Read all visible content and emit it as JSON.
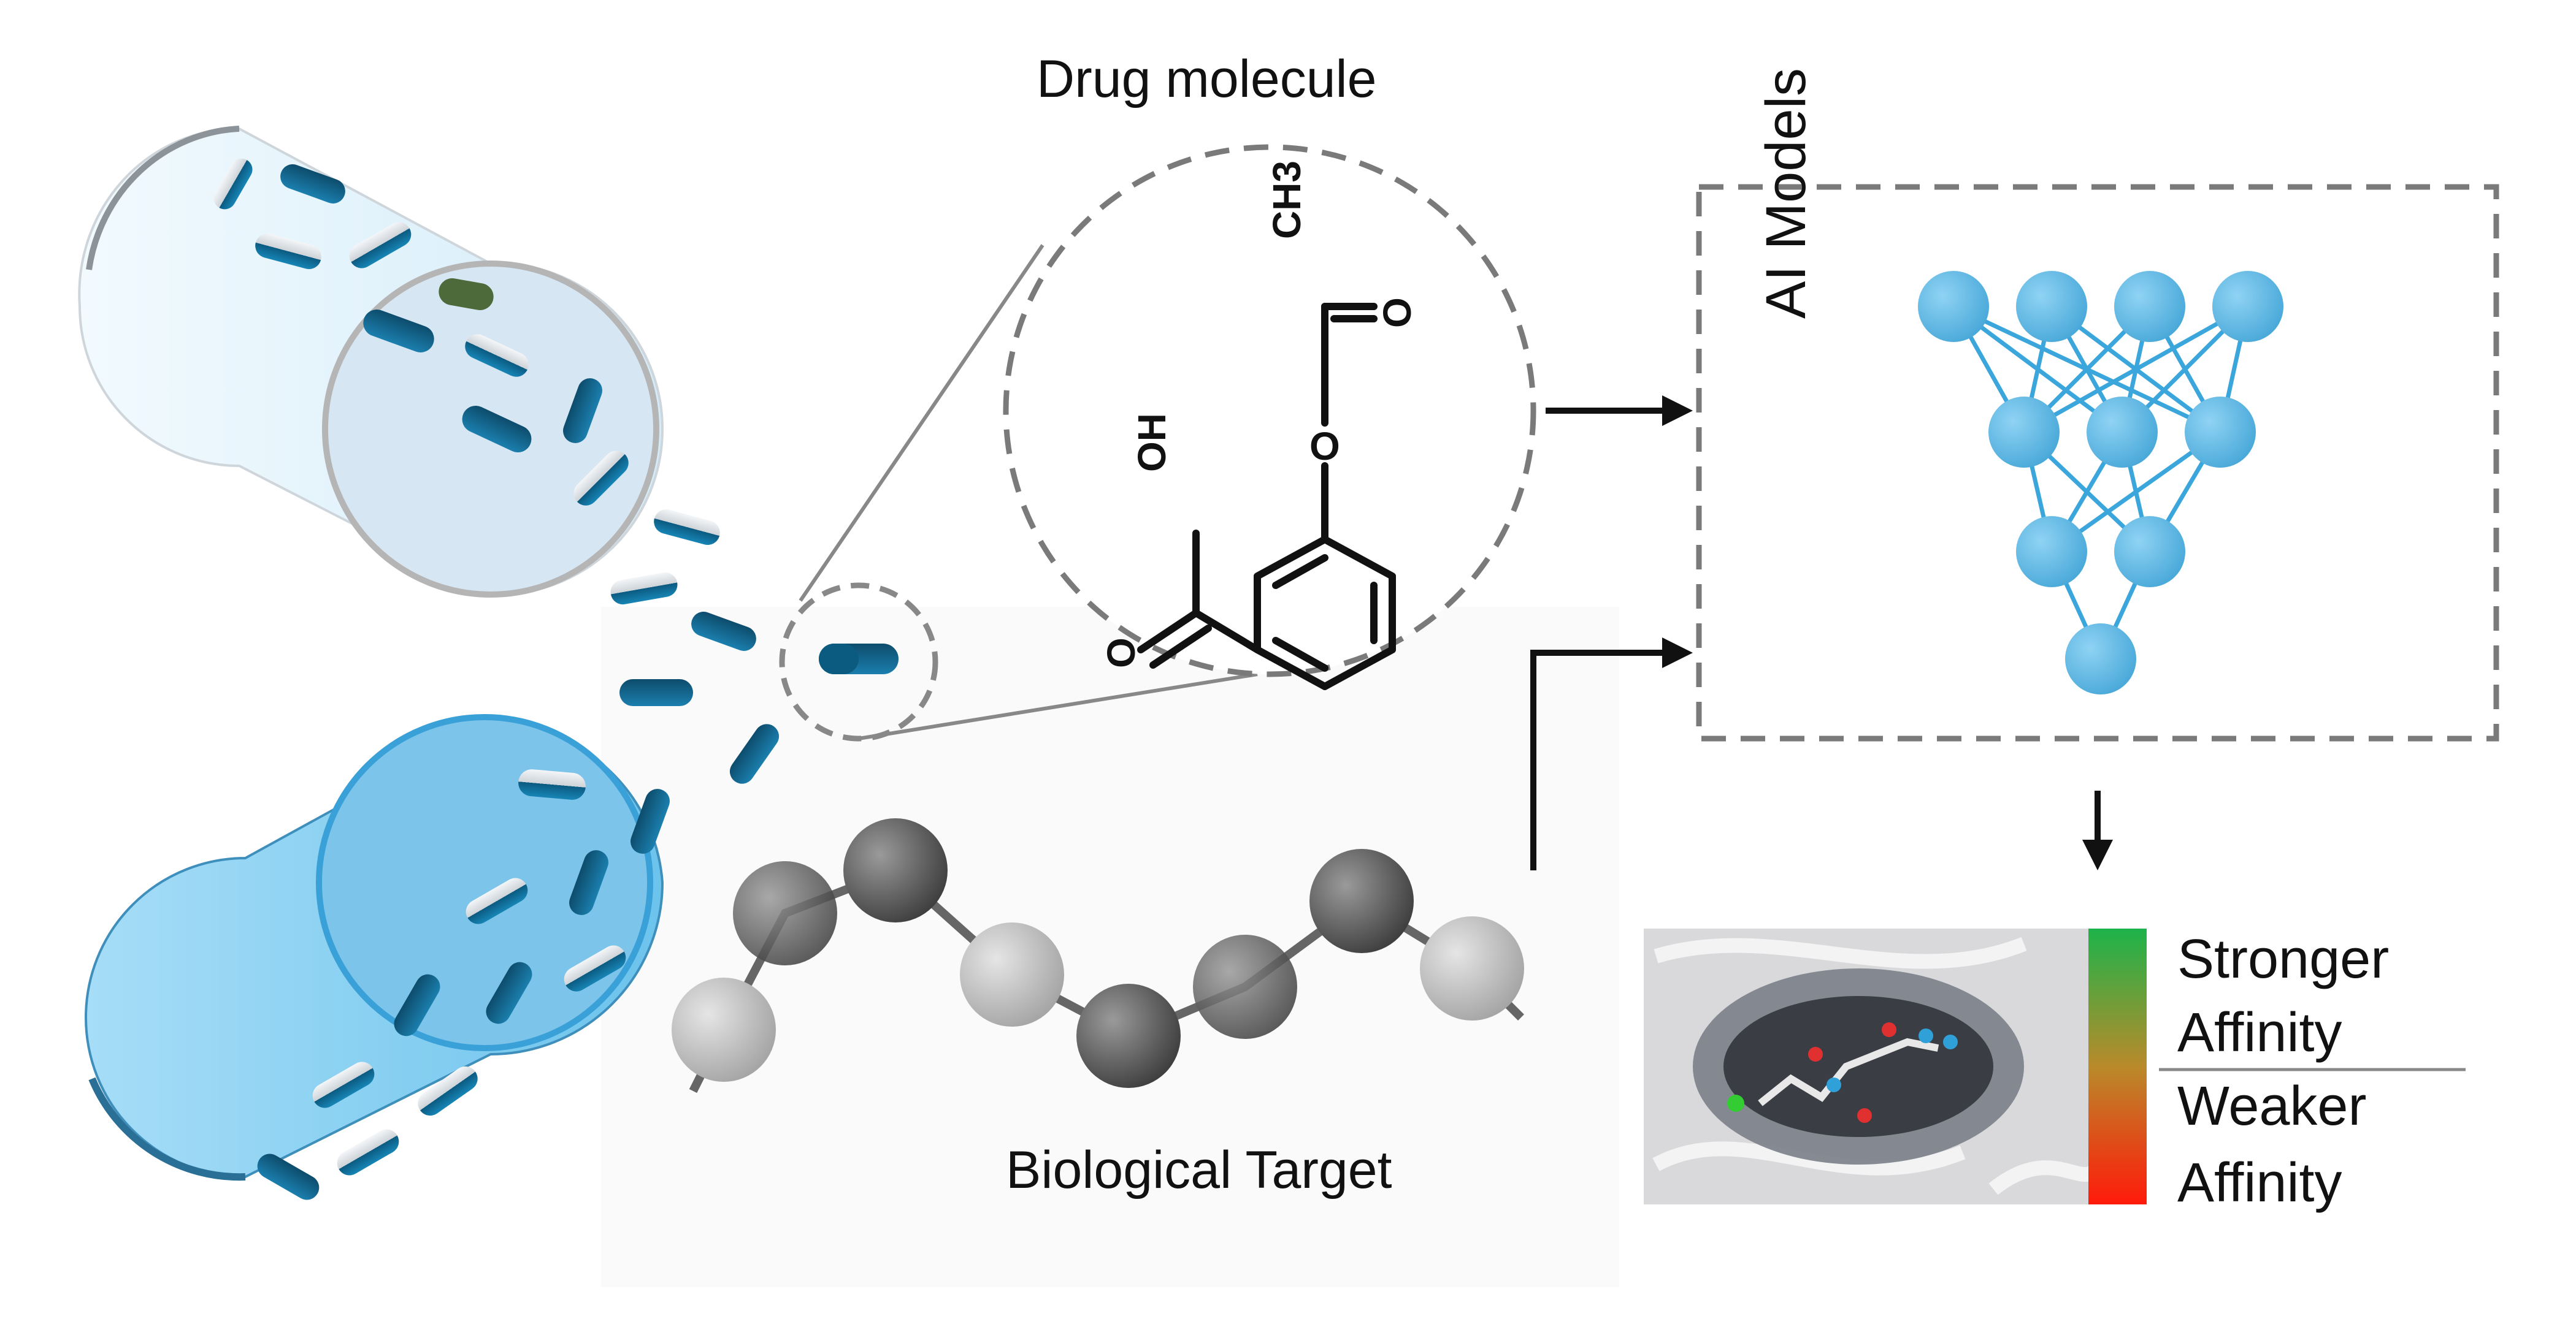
{
  "labels": {
    "drug_molecule": "Drug molecule",
    "biological_target": "Biological Target",
    "ai_models": "AI Models",
    "stronger_affinity_line1": "Stronger",
    "stronger_affinity_line2": "Affinity",
    "weaker_affinity_line1": "Weaker",
    "weaker_affinity_line2": "Affinity"
  },
  "molecule_labels": {
    "methyl": "CH3",
    "carbonyl_oxygen": "O",
    "ester_oxygen": "O",
    "hydroxyl": "OH",
    "acid_oxygen": "O"
  },
  "colors": {
    "capsule_dark": "#0e5a7e",
    "capsule_light": "#d8dde2",
    "container_top": "#e6f4fd",
    "container_bottom": "#8fd3f4",
    "network_node": "#5cb8e6",
    "network_edge": "#3aa6dc",
    "gradient_top": "#1db34a",
    "gradient_bottom": "#ff1a0a",
    "dashed_gray": "#777777"
  },
  "icons": {
    "containers": "capsule-container-icon",
    "network": "neural-network-icon",
    "protein": "protein-chain-icon",
    "binding": "protein-ligand-complex-icon"
  }
}
